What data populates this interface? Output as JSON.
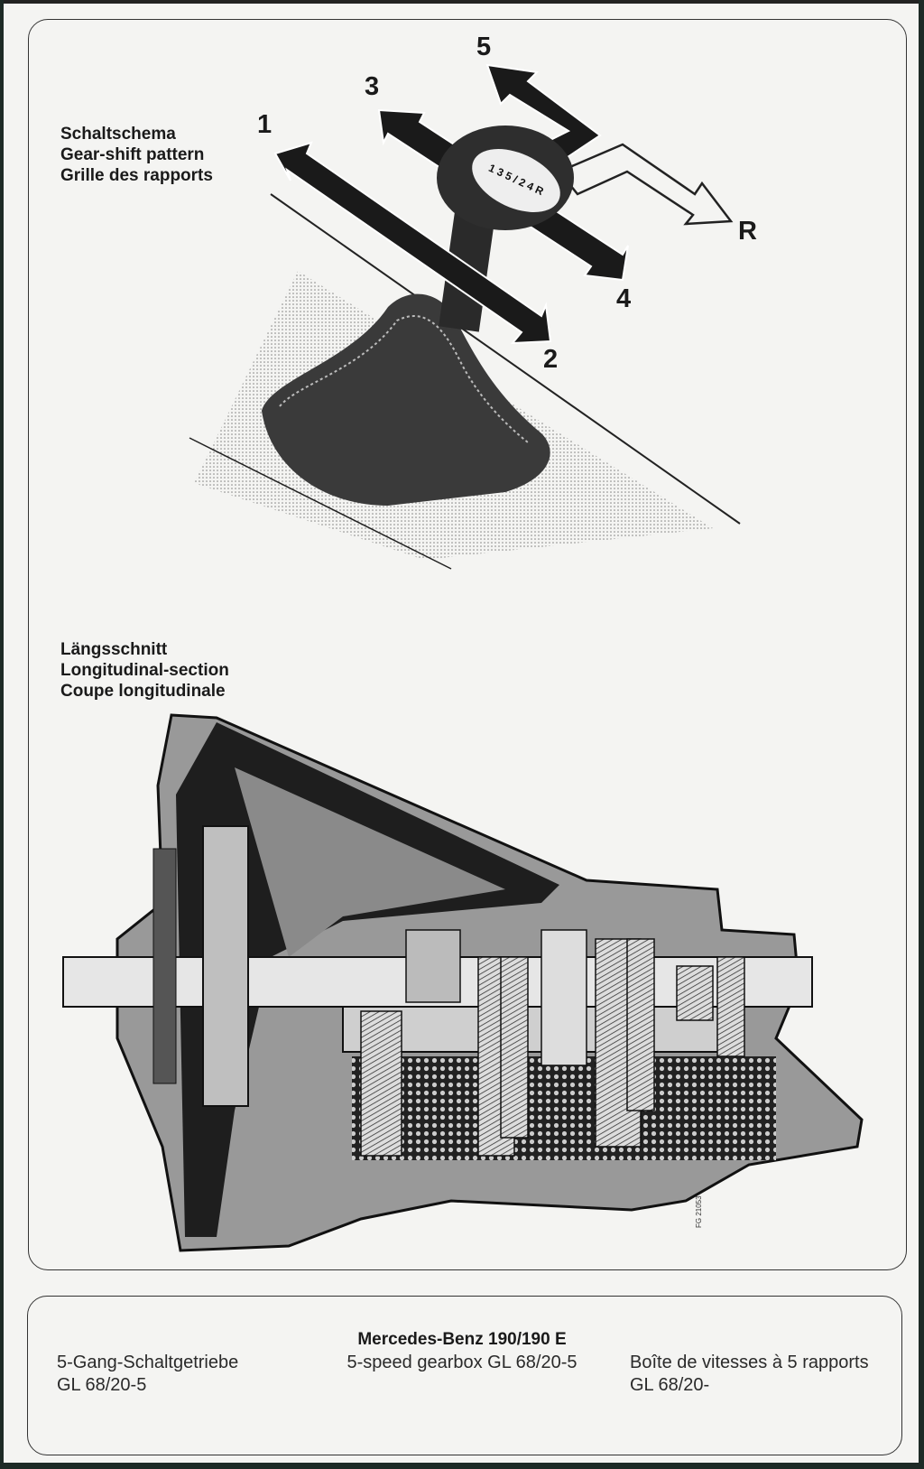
{
  "shift_section": {
    "labels": [
      "Schaltschema",
      "Gear-shift pattern",
      "Grille des rapports"
    ],
    "gears": {
      "g1": "1",
      "g2": "2",
      "g3": "3",
      "g4": "4",
      "g5": "5",
      "gr": "R"
    },
    "knob_pattern": "1 3 5 / 2 4 R"
  },
  "section_view": {
    "labels": [
      "Längsschnitt",
      "Longitudinal-section",
      "Coupe longitudinale"
    ],
    "figure_code": "FG 21053"
  },
  "caption": {
    "title": "Mercedes-Benz 190/190 E",
    "de": [
      "5-Gang-Schaltgetriebe",
      "GL 68/20-5"
    ],
    "en": [
      "5-speed gearbox GL 68/20-5"
    ],
    "fr": [
      "Boîte de vitesses à 5 rapports",
      "GL 68/20-"
    ]
  }
}
